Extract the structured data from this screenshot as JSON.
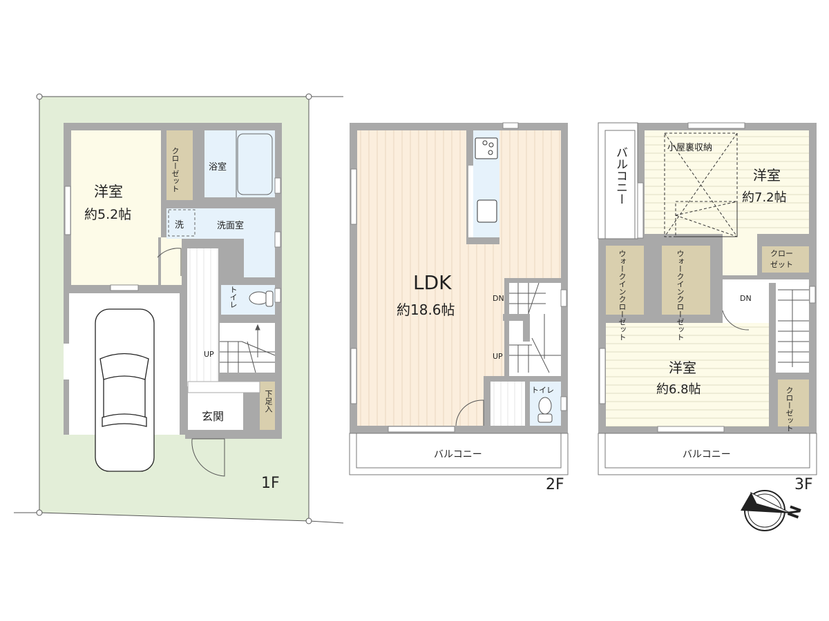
{
  "floors": [
    {
      "id": "1F",
      "label": "1F",
      "rooms": {
        "western_room": {
          "name": "洋室",
          "size": "約5.2帖"
        },
        "closet": {
          "line1": "クロー",
          "line2": "ゼット"
        },
        "bathroom": {
          "name": "浴室"
        },
        "washroom": {
          "name": "洗面室"
        },
        "washer": {
          "name": "洗"
        },
        "toilet": {
          "name": "トイレ"
        },
        "stairs": {
          "direction": "UP"
        },
        "entrance": {
          "name": "玄関"
        },
        "shoe_storage": {
          "name": "下足入"
        }
      }
    },
    {
      "id": "2F",
      "label": "2F",
      "rooms": {
        "ldk": {
          "name": "LDK",
          "size": "約18.6帖"
        },
        "stairs_dn": {
          "direction": "DN"
        },
        "stairs_up": {
          "direction": "UP"
        },
        "toilet": {
          "name": "トイレ"
        },
        "balcony": {
          "name": "バルコニー"
        }
      }
    },
    {
      "id": "3F",
      "label": "3F",
      "rooms": {
        "western_room_north": {
          "name": "洋室",
          "size": "約7.2帖"
        },
        "attic_storage": {
          "name": "小屋裏収納"
        },
        "balcony_side": {
          "name": "バルコニー"
        },
        "walk_in_closet_1": {
          "line1": "ウォークイン",
          "line2": "クローゼット"
        },
        "walk_in_closet_2": {
          "line1": "ウォークイン",
          "line2": "クローゼット"
        },
        "closet_north": {
          "line1": "クロー",
          "line2": "ゼット"
        },
        "stairs": {
          "direction": "DN"
        },
        "western_room_south": {
          "name": "洋室",
          "size": "約6.8帖"
        },
        "closet_south": {
          "line1": "クロー",
          "line2": "ゼット"
        },
        "balcony": {
          "name": "バルコニー"
        }
      }
    }
  ],
  "compass": {
    "label": "N"
  },
  "colors": {
    "lot": "#e3eed8",
    "wall": "#a9a9a9",
    "western_room": "#fdfbe8",
    "ldk": "#fbeedd",
    "wet_area": "#e6f2fb",
    "closet": "#d9cfae",
    "text": "#222222"
  }
}
